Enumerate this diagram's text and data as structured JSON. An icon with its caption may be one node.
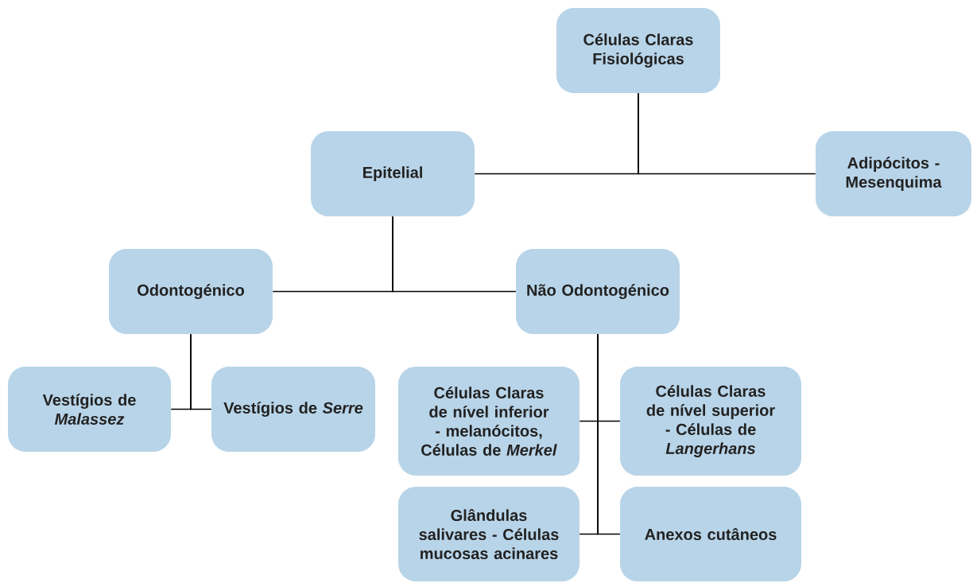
{
  "diagram": {
    "nodes": [
      {
        "text": [
          "Células Claras Fisiológicas"
        ]
      },
      {
        "text": [
          "Epitelial"
        ]
      },
      {
        "text": [
          "Adipócitos - Mesenquima"
        ]
      },
      {
        "text": [
          "Odontogénico"
        ]
      },
      {
        "text": [
          "Não Odontogénico"
        ]
      },
      {
        "text": [
          "Vestígios de *Malassez*"
        ]
      },
      {
        "text": [
          "Vestígios de *Serre*"
        ]
      },
      {
        "text": [
          "Células Claras de nível inferior - melanócitos, Células de *Merkel*"
        ]
      },
      {
        "text": [
          "Células Claras de nível superior - Células de *Langerhans*"
        ]
      },
      {
        "text": [
          "Glândulas salivares - Células mucosas acinares"
        ]
      },
      {
        "text": [
          "Anexos cutâneos"
        ]
      }
    ],
    "edges": [
      {
        "from": 0,
        "to": 1,
        "arrow": "none"
      },
      {
        "from": 0,
        "to": 2,
        "arrow": "none"
      },
      {
        "from": 1,
        "to": 3,
        "arrow": "none"
      },
      {
        "from": 1,
        "to": 4,
        "arrow": "none"
      },
      {
        "from": 3,
        "to": 5,
        "arrow": "none"
      },
      {
        "from": 3,
        "to": 6,
        "arrow": "none"
      },
      {
        "from": 4,
        "to": 7,
        "arrow": "none"
      },
      {
        "from": 4,
        "to": 8,
        "arrow": "none"
      },
      {
        "from": 4,
        "to": 9,
        "arrow": "none"
      },
      {
        "from": 4,
        "to": 10,
        "arrow": "none"
      }
    ]
  }
}
